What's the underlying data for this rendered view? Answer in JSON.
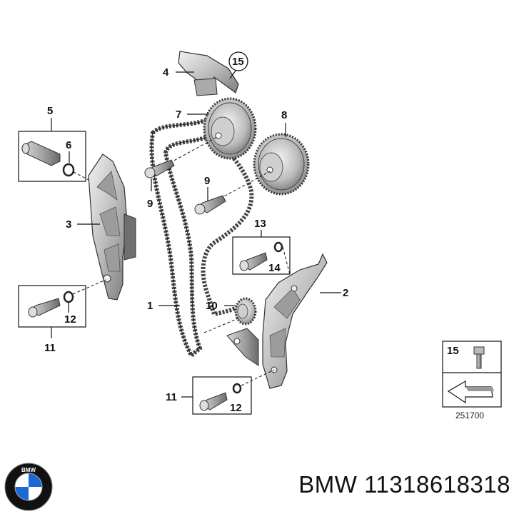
{
  "diagram": {
    "title": "BMW 11318618318",
    "callouts": {
      "c1": "1",
      "c2": "2",
      "c3": "3",
      "c4": "4",
      "c5": "5",
      "c6": "6",
      "c7": "7",
      "c8": "8",
      "c9a": "9",
      "c9b": "9",
      "c10": "10",
      "c11a": "11",
      "c11b": "11",
      "c12a": "12",
      "c12b": "12",
      "c13": "13",
      "c14": "14",
      "c15a": "15",
      "c15b": "15"
    },
    "drawing_number": "251700"
  },
  "brand": {
    "logo_text": "BMW",
    "logo_colors": {
      "blue": "#1c69d4",
      "ring": "#111111",
      "white": "#ffffff"
    }
  }
}
